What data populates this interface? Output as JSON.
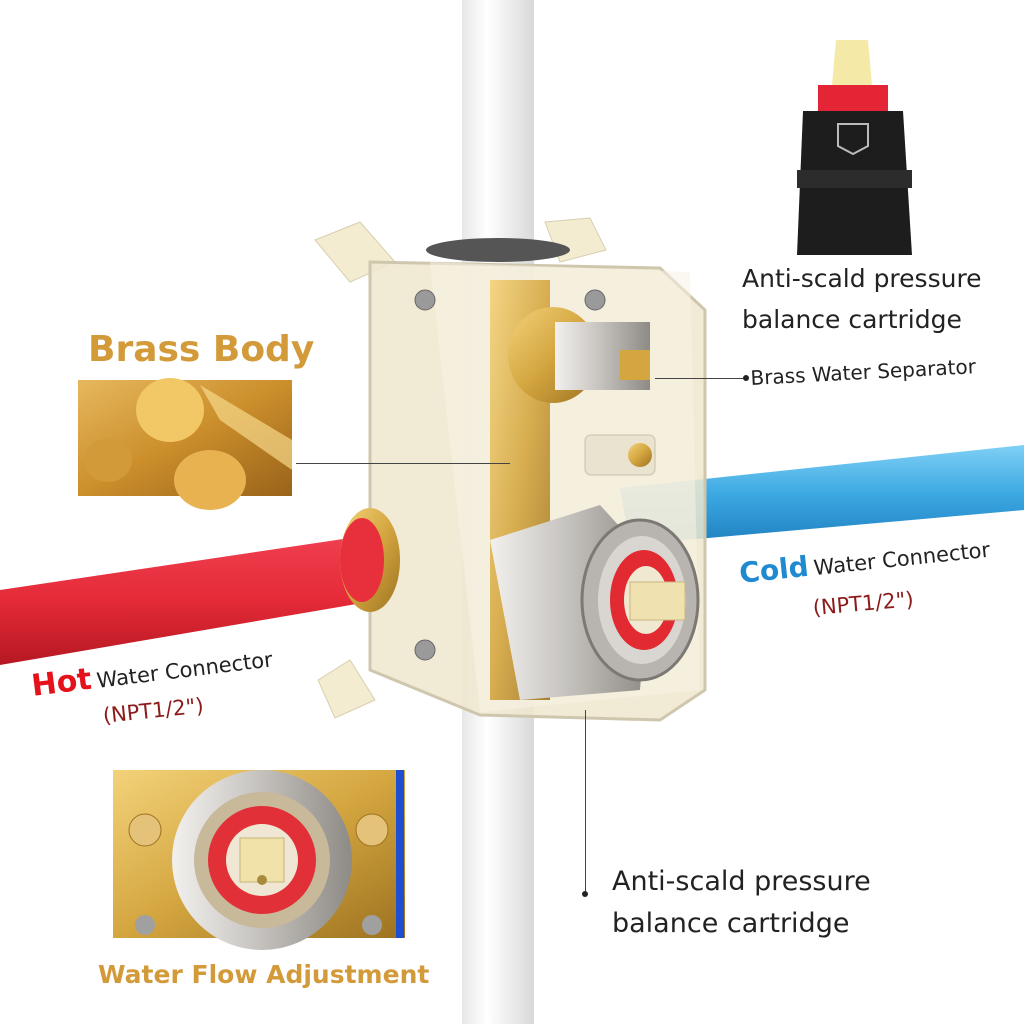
{
  "labels": {
    "brass_body": "Brass Body",
    "cartridge_top_line1": "Anti-scald pressure",
    "cartridge_top_line2": "balance cartridge",
    "brass_separator": "Brass Water Separator",
    "cold_word": "Cold",
    "cold_rest": "Water Connector",
    "cold_npt": "(NPT1/2\")",
    "hot_word": "Hot",
    "hot_rest": "Water Connector",
    "hot_npt": "(NPT1/2\")",
    "cartridge_bottom_line1": "Anti-scald pressure",
    "cartridge_bottom_line2": "balance cartridge",
    "water_flow": "Water Flow Adjustment"
  },
  "colors": {
    "gold_title": "#d39a3a",
    "hot": "#e3121b",
    "cold": "#1f8ad0",
    "npt": "#8c1b1b",
    "hot_pipe": "#e8303c",
    "cold_pipe": "#3aa6e0",
    "brass": "#d4a640",
    "chrome": "#c9c6c2"
  }
}
